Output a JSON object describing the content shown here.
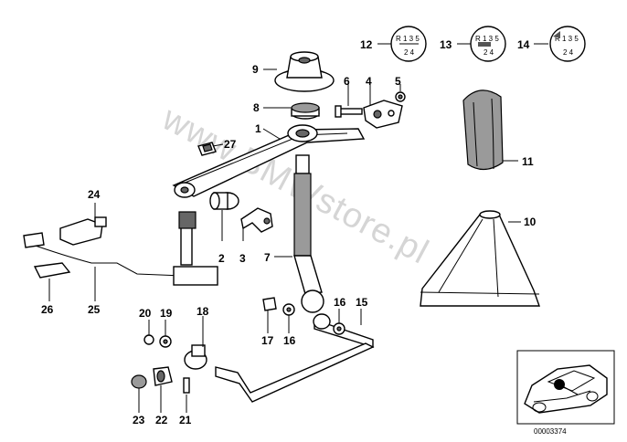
{
  "watermark": "www.BMWstore.pl",
  "diagram_code": "00003374",
  "callouts": {
    "c1": "1",
    "c2": "2",
    "c3": "3",
    "c4": "4",
    "c5": "5",
    "c6": "6",
    "c7": "7",
    "c8": "8",
    "c9": "9",
    "c10": "10",
    "c11": "11",
    "c12": "12",
    "c13": "13",
    "c14": "14",
    "c15": "15",
    "c16a": "16",
    "c16b": "16",
    "c17": "17",
    "c18": "18",
    "c19": "19",
    "c20": "20",
    "c21": "21",
    "c22": "22",
    "c23": "23",
    "c24": "24",
    "c25": "25",
    "c26": "26",
    "c27": "27"
  },
  "shift_patterns": {
    "p12": {
      "top": "R 1 3 5",
      "bottom": "2 4"
    },
    "p13": {
      "top": "R 1 3 5",
      "bottom": "2 4"
    },
    "p14": {
      "top": "R 1 3 5",
      "bottom": "2 4"
    }
  }
}
